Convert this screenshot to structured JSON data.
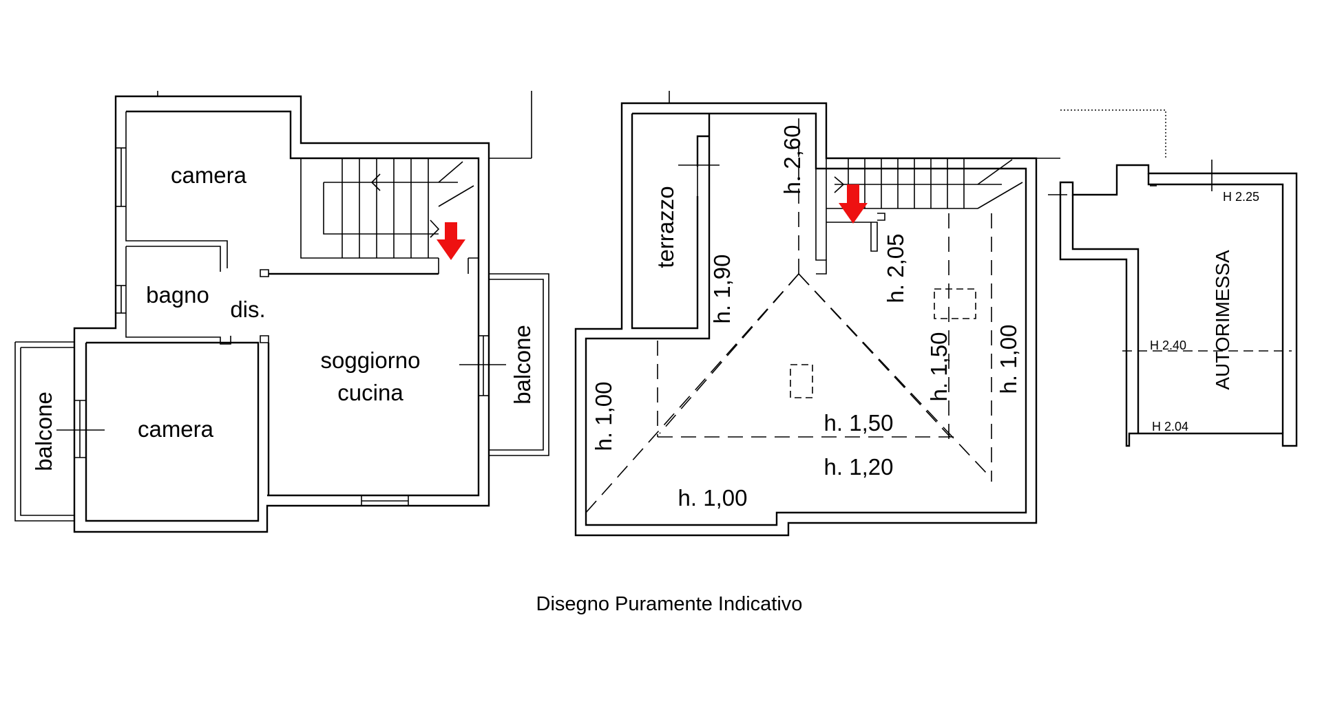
{
  "floor1": {
    "rooms": {
      "camera_top": "camera",
      "bagno": "bagno",
      "dis": "dis.",
      "soggiorno_line1": "soggiorno",
      "soggiorno_line2": "cucina",
      "camera_bottom": "camera",
      "balcone_left": "balcone",
      "balcone_right": "balcone"
    },
    "arrow_color": "#ee1111"
  },
  "floor2": {
    "rooms": {
      "terrazzo": "terrazzo"
    },
    "heights": {
      "h260": "h. 2,60",
      "h205": "h. 2,05",
      "h190": "h. 1,90",
      "h150_vertical": "h. 1,50",
      "h100_right": "h. 1,00",
      "h100_left": "h. 1,00",
      "h150_horizontal": "h. 1,50",
      "h120": "h. 1,20",
      "h100_bottom": "h. 1,00"
    },
    "arrow_color": "#ee1111"
  },
  "garage": {
    "name": "AUTORIMESSA",
    "heights": {
      "h225": "H 2.25",
      "h240": "H 2.40",
      "h204": "H 2.04"
    }
  },
  "caption": "Disegno Puramente Indicativo"
}
